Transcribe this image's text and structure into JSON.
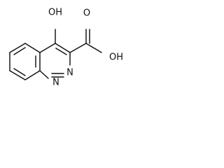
{
  "molecule": {
    "atom_labels": {
      "oh_top": "OH",
      "oh_right": "OH",
      "oxygen_carbonyl": "O",
      "nitrogen_upper": "N",
      "nitrogen_lower": "N"
    },
    "colors": {
      "background": "#ffffff",
      "bonds": "#111111",
      "labels": "#111111"
    }
  }
}
